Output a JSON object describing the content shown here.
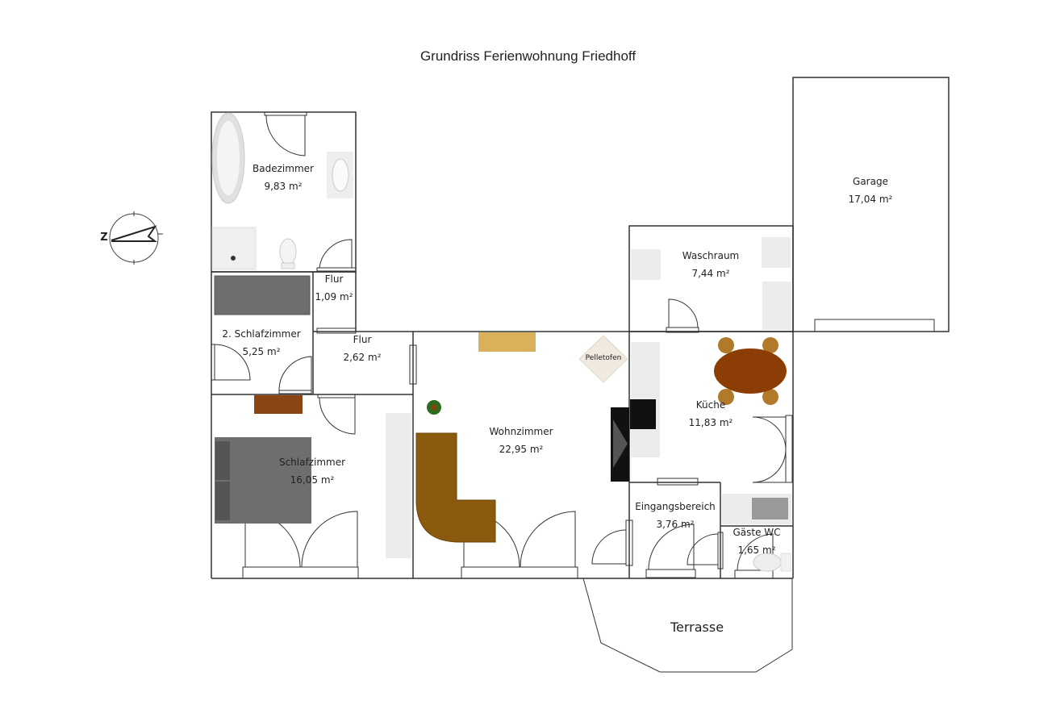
{
  "title": "Grundriss Ferienwohnung Friedhoff",
  "compass": {
    "label": "Z",
    "icon": "compass-north-icon"
  },
  "rooms": {
    "badezimmer": {
      "name": "Badezimmer",
      "area": "9,83 m²"
    },
    "flur1": {
      "name": "Flur",
      "area": "1,09 m²"
    },
    "schlafzimmer2": {
      "name": "2. Schlafzimmer",
      "area": "5,25 m²"
    },
    "flur2": {
      "name": "Flur",
      "area": "2,62 m²"
    },
    "schlafzimmer": {
      "name": "Schlafzimmer",
      "area": "16,05 m²"
    },
    "wohnzimmer": {
      "name": "Wohnzimmer",
      "area": "22,95 m²"
    },
    "waschraum": {
      "name": "Waschraum",
      "area": "7,44 m²"
    },
    "garage": {
      "name": "Garage",
      "area": "17,04 m²"
    },
    "kueche": {
      "name": "Küche",
      "area": "11,83 m²"
    },
    "eingangsbereich": {
      "name": "Eingangsbereich",
      "area": "3,76 m²"
    },
    "gaeste_wc": {
      "name": "Gäste WC",
      "area": "1,65 m²"
    },
    "terrasse": {
      "name": "Terrasse"
    }
  },
  "furniture": {
    "pelletofen": "Pelletofen"
  },
  "colors": {
    "wall": "#333333",
    "bed": "#6e6e6e",
    "sofa": "#8a5a0e",
    "table": "#8b3d05",
    "chair": "#b07a2a",
    "sideboard": "#d9b15a",
    "dresser": "#8b4513",
    "fixture": "#e8e8e8"
  }
}
